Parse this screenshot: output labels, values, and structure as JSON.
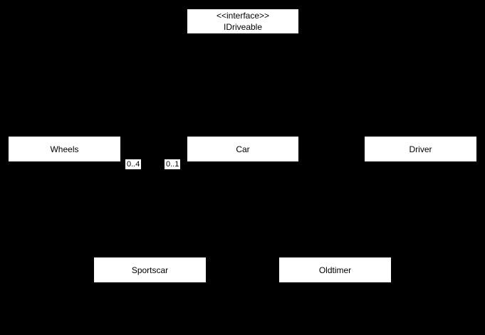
{
  "diagram": {
    "type": "uml-class-diagram",
    "colors": {
      "background": "#000000",
      "node_fill": "#ffffff",
      "node_text": "#000000"
    },
    "interface_node": {
      "stereotype": "<<interface>>",
      "name": "IDriveable"
    },
    "class_nodes": [
      {
        "label": "Wheels"
      },
      {
        "label": "Car"
      },
      {
        "label": "Driver"
      },
      {
        "label": "Sportscar"
      },
      {
        "label": "Oldtimer"
      }
    ],
    "multiplicity_labels": [
      {
        "text": "0..4"
      },
      {
        "text": "0..1"
      }
    ]
  }
}
